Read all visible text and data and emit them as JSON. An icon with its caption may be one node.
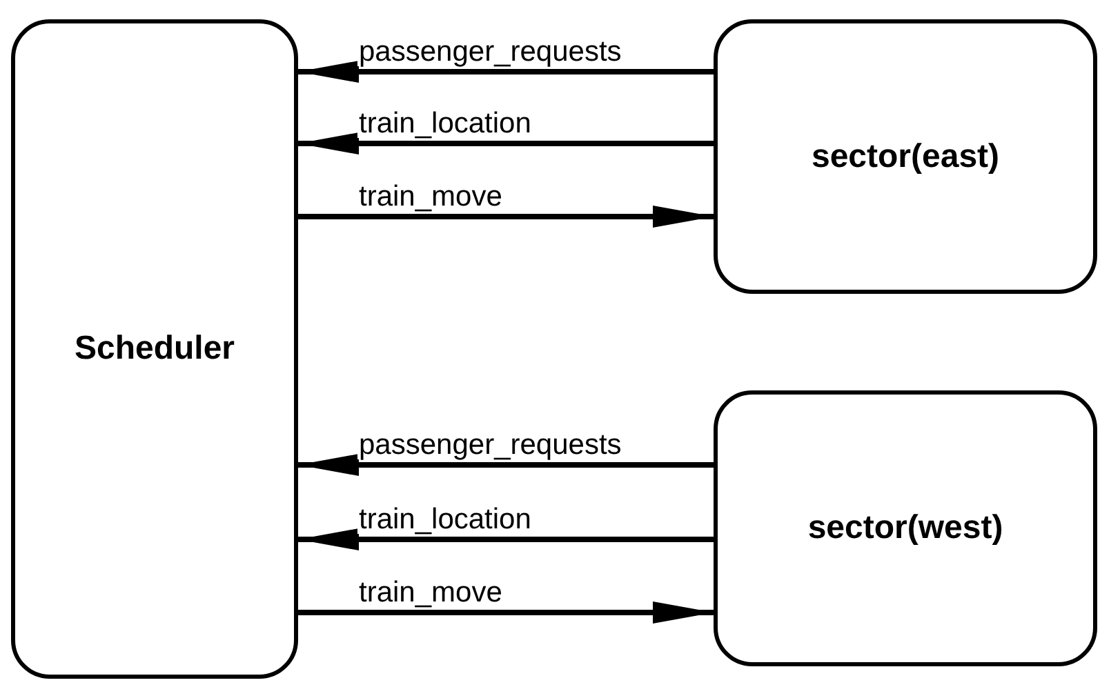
{
  "diagram": {
    "nodes": [
      {
        "text": [
          "Scheduler"
        ]
      },
      {
        "text": [
          "sector(east)"
        ]
      },
      {
        "text": [
          "sector(west)"
        ]
      }
    ],
    "edges": [
      {
        "from": 1,
        "to": 0,
        "arrow": "to",
        "label": "passenger_requests"
      },
      {
        "from": 1,
        "to": 0,
        "arrow": "to",
        "label": "train_location"
      },
      {
        "from": 0,
        "to": 1,
        "arrow": "to",
        "label": "train_move"
      },
      {
        "from": 2,
        "to": 0,
        "arrow": "to",
        "label": "passenger_requests"
      },
      {
        "from": 2,
        "to": 0,
        "arrow": "to",
        "label": "train_location"
      },
      {
        "from": 0,
        "to": 2,
        "arrow": "to",
        "label": "train_move"
      }
    ]
  }
}
